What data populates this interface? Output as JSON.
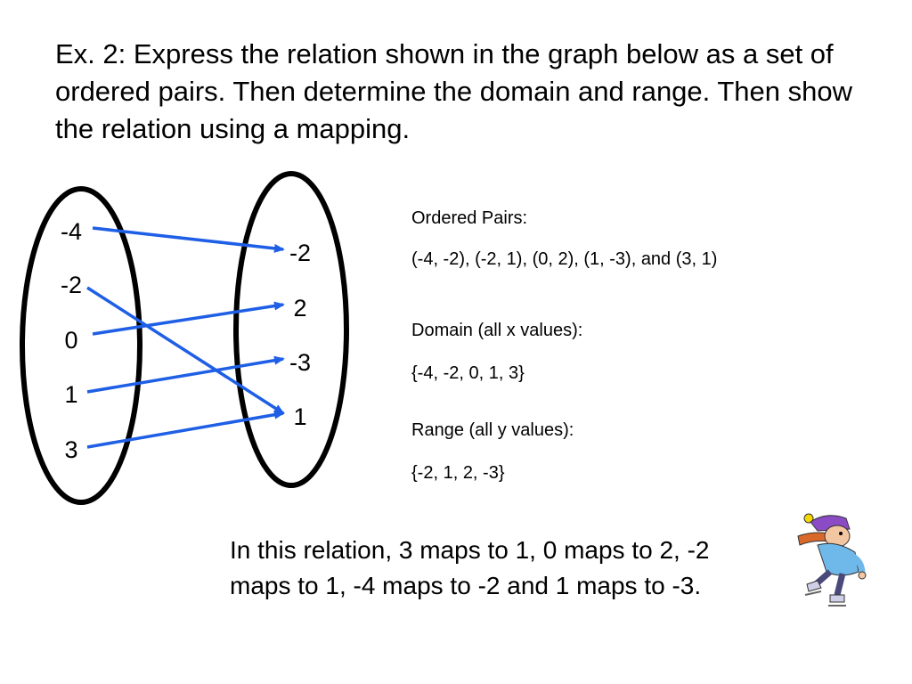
{
  "slide": {
    "title": "Ex. 2:  Express the relation shown in the graph below as a set of ordered pairs.  Then determine the domain and range.  Then show the relation using a mapping."
  },
  "mapping": {
    "domain_values": [
      "-4",
      "-2",
      "0",
      "1",
      "3"
    ],
    "range_values": [
      "-2",
      "2",
      "-3",
      "1"
    ],
    "arrows": [
      {
        "from": "-4",
        "to": "-2"
      },
      {
        "from": "-2",
        "to": "1"
      },
      {
        "from": "0",
        "to": "2"
      },
      {
        "from": "1",
        "to": "-3"
      },
      {
        "from": "3",
        "to": "1"
      }
    ],
    "arrow_color": "#1e5fe6",
    "oval_color": "#000000"
  },
  "info": {
    "ordered_pairs_label": "Ordered Pairs:",
    "ordered_pairs_value": "(-4, -2), (-2, 1), (0, 2), (1, -3), and (3, 1)",
    "domain_label": "Domain (all x values):",
    "domain_value": "{-4, -2, 0, 1, 3}",
    "range_label": "Range (all y values):",
    "range_value": "{-2, 1, 2, -3}"
  },
  "summary": "In this relation, 3 maps to 1, 0 maps to 2, -2 maps to 1, -4 maps to -2 and 1 maps to -3.",
  "icons": {
    "skater": "ice-skater-clipart-icon"
  }
}
